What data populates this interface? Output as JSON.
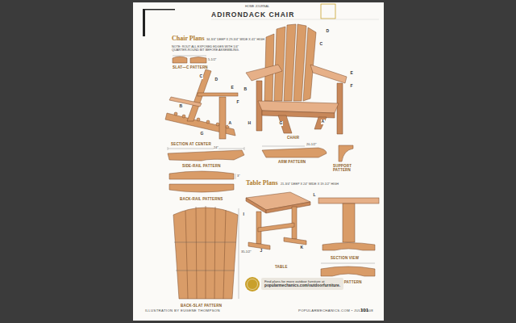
{
  "diagram": {
    "title": "ADIRONDACK CHAIR",
    "nodes": [
      {
        "text": [
          "Find plans for more outdoor furniture at",
          "popularmechanics.com/outdoorfurniture."
        ]
      }
    ],
    "labels": [
      "HOME JOURNAL",
      "Chair Plans",
      "34-3/4\" DEEP X 29-3/4\" WIDE X 41\" HIGH",
      "NOTE: ROUT ALL EXPOSED EDGES WITH 1/4\" QUARTER-ROUND BIT BEFORE ASSEMBLING.",
      "SLAT—C PATTERN",
      "SECTION AT CENTER",
      "SIDE-RAIL PATTERN",
      "BACK-RAIL PATTERNS",
      "BACK-SLAT PATTERN",
      "CHAIR",
      "ARM PATTERN",
      "SUPPORT PATTERN",
      "Table Plans",
      "21-3/4\" DEEP X 24\" WIDE X 19-1/2\" HIGH",
      "TABLE",
      "SECTION VIEW",
      "FOOT PATTERN",
      "ILLUSTRATION BY EUGENE THOMPSON",
      "POPULARMECHANICS.COM • JULY 2008",
      "101",
      "A",
      "B",
      "C",
      "D",
      "E",
      "F",
      "G",
      "H",
      "C",
      "D",
      "E",
      "F",
      "A",
      "B",
      "G",
      "I",
      "J",
      "K",
      "L",
      "5-1/2\"",
      "24\"",
      "20-1/2\"",
      "3\"",
      "35-1/2\""
    ]
  }
}
